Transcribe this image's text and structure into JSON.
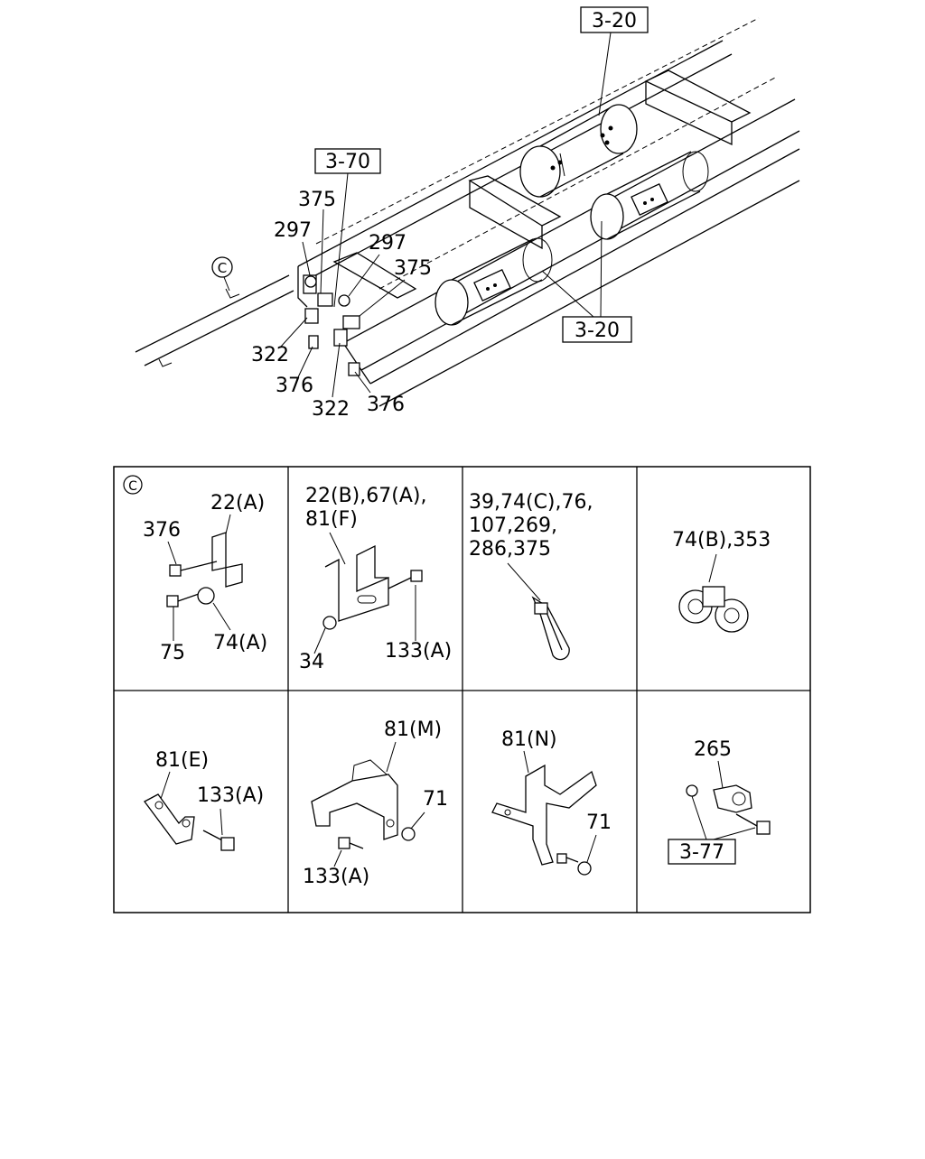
{
  "top_view": {
    "refs": [
      "3-20",
      "3-70",
      "3-20"
    ],
    "detail_marker": "C",
    "callouts": [
      "375",
      "297",
      "297",
      "375",
      "322",
      "376",
      "322",
      "376"
    ]
  },
  "detail_table": {
    "marker": "C",
    "cells": [
      {
        "labels": [
          "22(A)",
          "376",
          "75",
          "74(A)"
        ]
      },
      {
        "labels": [
          "22(B),67(A),",
          "81(F)",
          "34",
          "133(A)"
        ]
      },
      {
        "labels": [
          "39,74(C),76,",
          "107,269,",
          "286,375"
        ]
      },
      {
        "labels": [
          "74(B),353"
        ]
      },
      {
        "labels": [
          "81(E)",
          "133(A)"
        ]
      },
      {
        "labels": [
          "81(M)",
          "71",
          "133(A)"
        ]
      },
      {
        "labels": [
          "81(N)",
          "71"
        ]
      },
      {
        "labels": [
          "265",
          "3-77"
        ]
      }
    ]
  }
}
